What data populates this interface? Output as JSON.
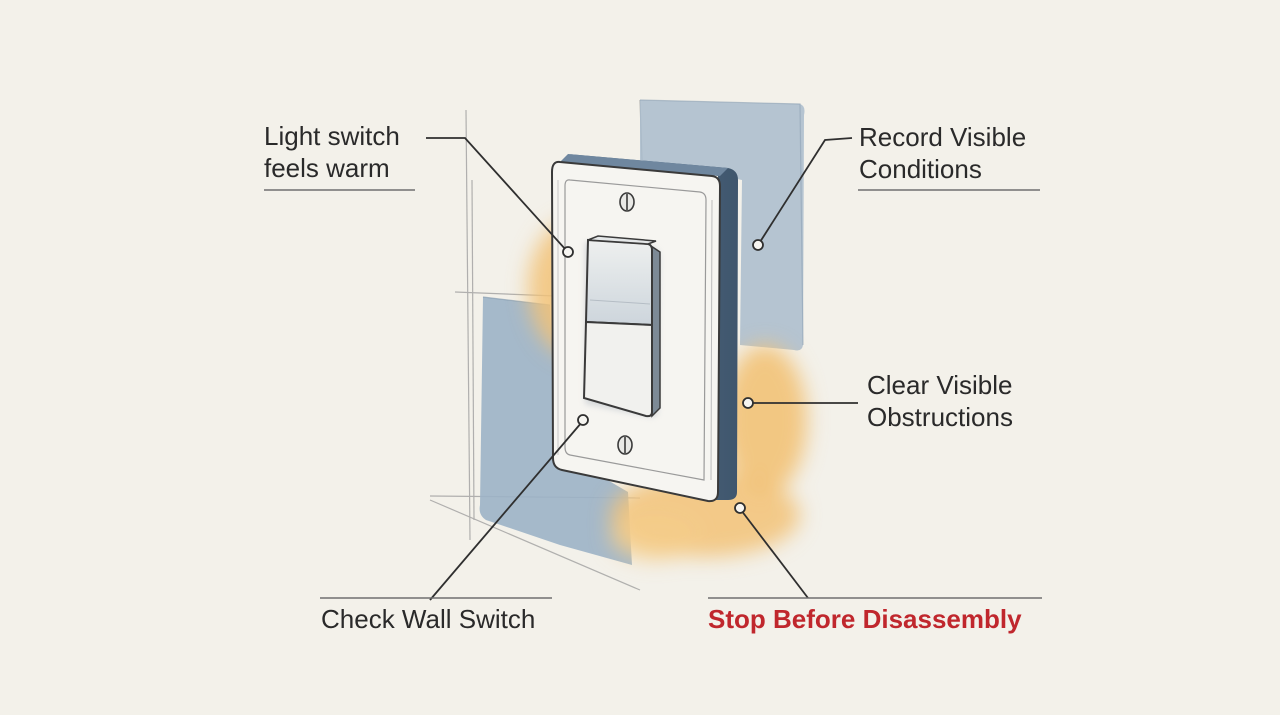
{
  "labels": {
    "warm": {
      "line1": "Light switch",
      "line2": "feels warm"
    },
    "record": {
      "line1": "Record Visible",
      "line2": "Conditions"
    },
    "clear": {
      "line1": "Clear Visible",
      "line2": "Obstructions"
    },
    "check": {
      "text": "Check Wall Switch"
    },
    "stop": {
      "text": "Stop Before Disassembly"
    }
  },
  "colors": {
    "background": "#f3f1ea",
    "warm_glow": "#f2c277",
    "patch_blue": "#9fb4c9",
    "outline": "#3a3a3a",
    "warning_text": "#c0272d"
  }
}
